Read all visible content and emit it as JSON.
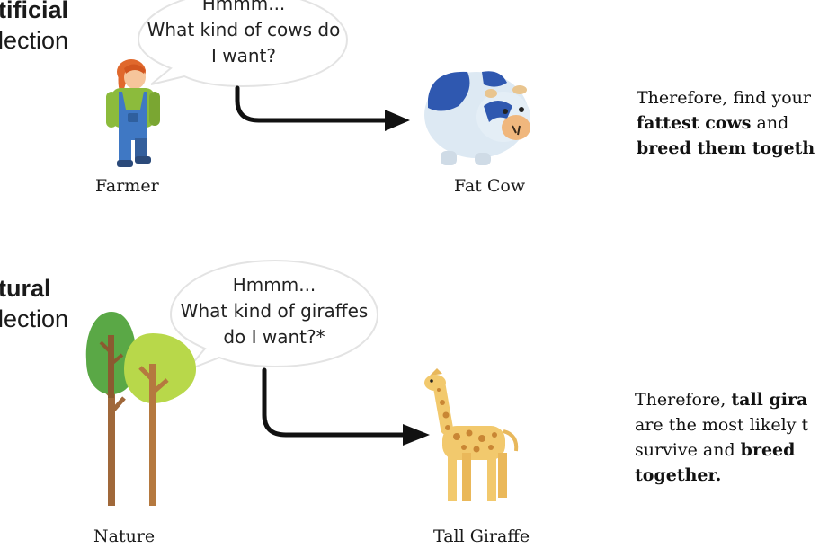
{
  "artificial": {
    "heading": "tificial",
    "subheading": "lection",
    "bubble": {
      "line1": "Hmmm...",
      "line2": "What kind of cows do",
      "line3": "I want?"
    },
    "actor_label": "Farmer",
    "result_label": "Fat Cow",
    "conclusion": {
      "t1": "Therefore, find your",
      "b1": "fattest cows",
      "t2": " and",
      "b2": "breed them togeth"
    }
  },
  "natural": {
    "heading": "tural",
    "subheading": "lection",
    "bubble": {
      "line1": "Hmmm...",
      "line2": "What kind of giraffes",
      "line3": "do I want?*"
    },
    "actor_label": "Nature",
    "result_label": "Tall Giraffe",
    "conclusion": {
      "t1": "Therefore, ",
      "b1": "tall gira",
      "t2": "are the most likely t",
      "t3": "survive and ",
      "b2": "breed",
      "b3": "together."
    }
  },
  "icons": [
    "farmer-icon",
    "fat-cow-icon",
    "trees-icon",
    "giraffe-icon",
    "arrow-icon",
    "speech-bubble"
  ]
}
